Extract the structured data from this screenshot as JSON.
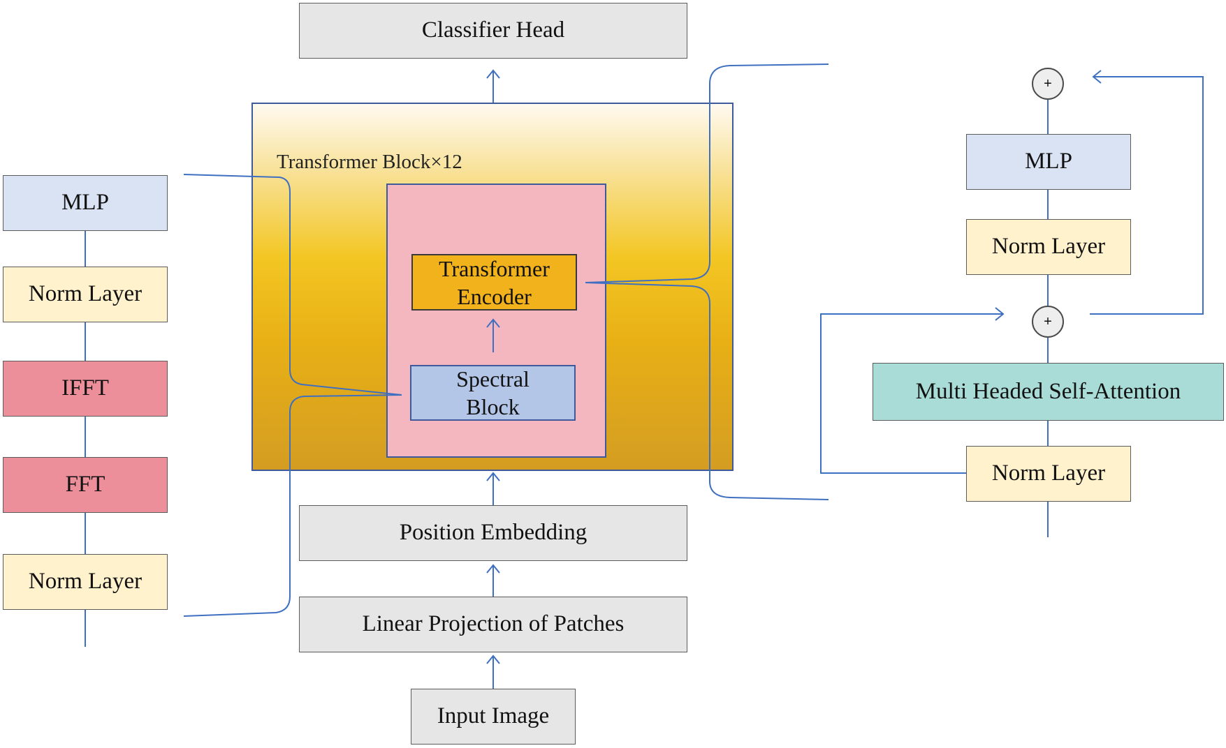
{
  "center": {
    "classifier_head": "Classifier Head",
    "transformer_block_caption": "Transformer Block×12",
    "transformer_encoder": "Transformer Encoder",
    "spectral_block": "Spectral Block",
    "position_embedding": "Position Embedding",
    "linear_projection": "Linear Projection of Patches",
    "input_image": "Input Image"
  },
  "left": {
    "mlp": "MLP",
    "norm_layer_top": "Norm Layer",
    "ifft": "IFFT",
    "fft": "FFT",
    "norm_layer_bottom": "Norm Layer"
  },
  "right": {
    "plus_top": "+",
    "mlp": "MLP",
    "norm_layer_top": "Norm Layer",
    "plus_mid": "+",
    "mhsa": "Multi Headed Self-Attention",
    "norm_layer_bottom": "Norm Layer"
  },
  "colors": {
    "line": "#3e6fc1",
    "gray_box": "#e7e6e6",
    "blue_box": "#dae3f3",
    "cream_box": "#fff2cc",
    "red_box": "#ed8f9a",
    "teal_box": "#a9dcd6",
    "inner_pink": "#f4b6bf",
    "encoder_orange": "#f2b21c",
    "spectral_blue": "#b4c6e7"
  }
}
